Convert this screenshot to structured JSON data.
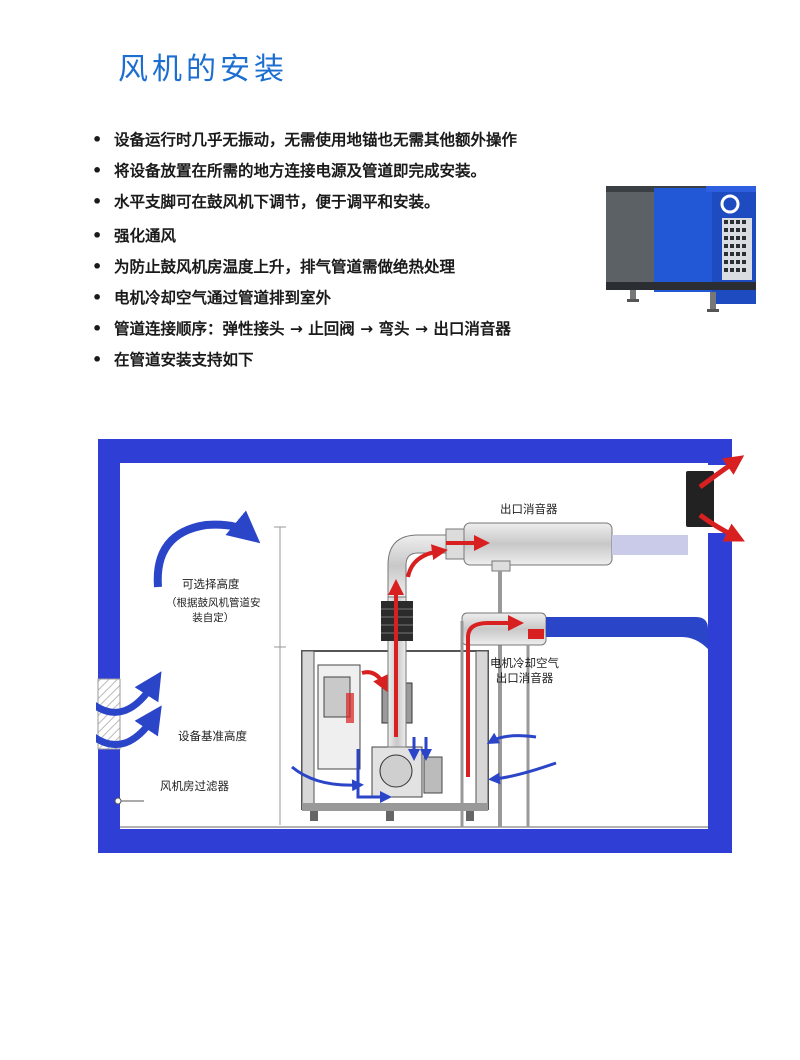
{
  "page": {
    "title": "风机的安装",
    "bullets": [
      "设备运行时几乎无振动，无需使用地锚也无需其他额外操作",
      "将设备放置在所需的地方连接电源及管道即完成安装。",
      "水平支脚可在鼓风机下调节，便于调平和安装。",
      "强化通风",
      "为防止鼓风机房温度上升，排气管道需做绝热处理",
      "电机冷却空气通过管道排到室外",
      "管道连接顺序：弹性接头 → 止回阀 → 弯头 → 出口消音器",
      "在管道安装支持如下"
    ]
  },
  "diagram": {
    "outlet_silencer": "出口消音器",
    "motor_cooling_line1": "电机冷却空气",
    "motor_cooling_line2": "出口消音器",
    "optional_height": "可选择高度",
    "optional_note_line1": "（根据鼓风机管道安",
    "optional_note_line2": "装自定）",
    "base_height": "设备基准高度",
    "room_filter": "风机房过滤器"
  },
  "colors": {
    "title": "#1c6fd1",
    "room_wall": "#2f3fd6",
    "flow_red": "#d92020",
    "flow_blue": "#2a45c8"
  }
}
